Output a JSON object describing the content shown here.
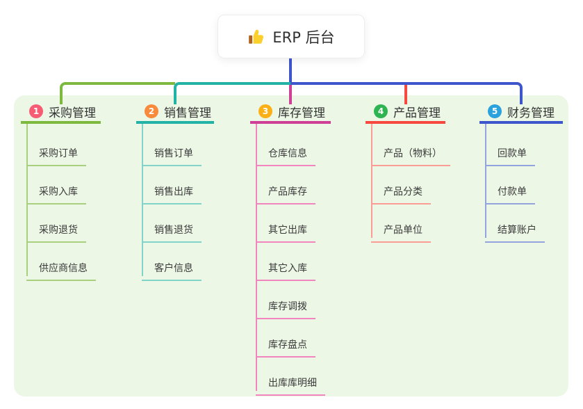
{
  "root": {
    "label": "ERP 后台",
    "icon": "thumbs-up-icon"
  },
  "colors": {
    "panel_bg": "#ecf7e6",
    "root_connector": "#3d56cc",
    "title_text": "#333333",
    "child_text": "#3a3a3a",
    "thumb_hand": "#fcd02c",
    "thumb_cuff": "#b2601d"
  },
  "branches": [
    {
      "number": "1",
      "title": "采购管理",
      "badge_color": "#f85b74",
      "line_color": "#7cb93e",
      "child_line_color": "#a9d07e",
      "children": [
        "采购订单",
        "采购入库",
        "采购退货",
        "供应商信息"
      ]
    },
    {
      "number": "2",
      "title": "销售管理",
      "badge_color": "#f98a3c",
      "line_color": "#22b2a6",
      "child_line_color": "#82d3c9",
      "children": [
        "销售订单",
        "销售出库",
        "销售退货",
        "客户信息"
      ]
    },
    {
      "number": "3",
      "title": "库存管理",
      "badge_color": "#fbb017",
      "line_color": "#cf3f95",
      "child_line_color": "#f285bd",
      "children": [
        "仓库信息",
        "产品库存",
        "其它出库",
        "其它入库",
        "库存调拨",
        "库存盘点",
        "出库库明细"
      ]
    },
    {
      "number": "4",
      "title": "产品管理",
      "badge_color": "#2eb450",
      "line_color": "#f7493f",
      "child_line_color": "#fb9d94",
      "children": [
        "产品（物料）",
        "产品分类",
        "产品单位"
      ]
    },
    {
      "number": "5",
      "title": "财务管理",
      "badge_color": "#2ba2de",
      "line_color": "#3d56cc",
      "child_line_color": "#93a3de",
      "children": [
        "回款单",
        "付款单",
        "结算账户"
      ]
    }
  ]
}
